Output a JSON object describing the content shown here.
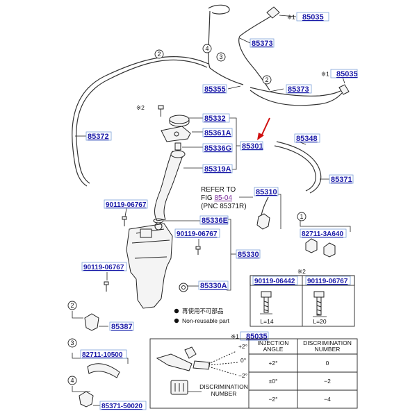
{
  "parts": [
    {
      "id": "p85035a",
      "text": "85035",
      "prefix": "※1"
    },
    {
      "id": "p85373a",
      "text": "85373"
    },
    {
      "id": "p85035b",
      "text": "85035",
      "prefix": "※1"
    },
    {
      "id": "p85355",
      "text": "85355"
    },
    {
      "id": "p85373b",
      "text": "85373"
    },
    {
      "id": "p85332",
      "text": "85332"
    },
    {
      "id": "p85361A",
      "text": "85361A"
    },
    {
      "id": "p85372",
      "text": "85372"
    },
    {
      "id": "p85301",
      "text": "85301"
    },
    {
      "id": "p85336G",
      "text": "85336G"
    },
    {
      "id": "p85348",
      "text": "85348"
    },
    {
      "id": "p85319A",
      "text": "85319A"
    },
    {
      "id": "p85371",
      "text": "85371"
    },
    {
      "id": "p85310",
      "text": "85310"
    },
    {
      "id": "p90119_06767a",
      "text": "90119-06767"
    },
    {
      "id": "p85336E",
      "text": "85336E"
    },
    {
      "id": "p90119_06767b",
      "text": "90119-06767"
    },
    {
      "id": "p82711_3A640",
      "text": "82711-3A640"
    },
    {
      "id": "p85330",
      "text": "85330"
    },
    {
      "id": "p90119_06767c",
      "text": "90119-06767"
    },
    {
      "id": "p85330A",
      "text": "85330A"
    },
    {
      "id": "p90119_06442",
      "text": "90119-06442"
    },
    {
      "id": "p90119_06767d",
      "text": "90119-06767"
    },
    {
      "id": "p85387",
      "text": "85387"
    },
    {
      "id": "p85035c",
      "text": "85035",
      "prefix": "※1"
    },
    {
      "id": "p82711_10500",
      "text": "82711-10500"
    },
    {
      "id": "p85371_50020",
      "text": "85371-50020"
    }
  ],
  "callouts": [
    "1",
    "2",
    "3",
    "4"
  ],
  "refer": {
    "line1": "REFER TO",
    "line2_prefix": "FIG ",
    "link": "85-04",
    "line3": "(PNC 85371R)"
  },
  "mark_x2": "※2",
  "legend": {
    "jp": "再使用不可部品",
    "en": "Non-reusable part"
  },
  "bolts": {
    "marker": "※2",
    "left_len": "L=14",
    "right_len": "L=20"
  },
  "nozzle_table": {
    "headers": [
      "INJECTION ANGLE",
      "DISCRIMINATION NUMBER"
    ],
    "rows": [
      [
        "+2°",
        "0"
      ],
      [
        "±0°",
        "−2"
      ],
      [
        "−2°",
        "−4"
      ]
    ],
    "angle_labels": [
      "+2°",
      "0°",
      "−2°"
    ],
    "disc_label_1": "DISCRIMINATION",
    "disc_label_2": "NUMBER"
  }
}
